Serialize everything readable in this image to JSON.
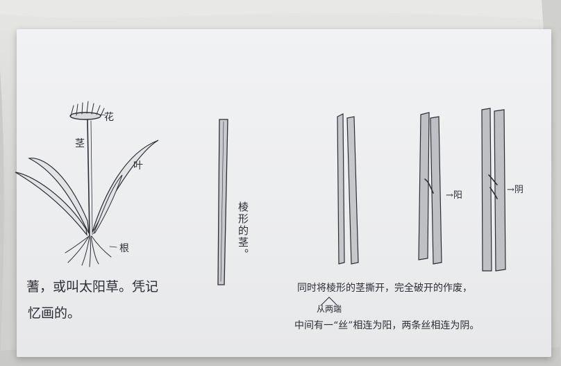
{
  "labels": {
    "flower": "花",
    "stem": "茎",
    "leaf": "叶",
    "root": "根",
    "stick_caption": "棱形的茎。",
    "yang_1": "→阳",
    "yang_2": "→阴"
  },
  "notes": {
    "left_line1": "蓍，或叫太阳草。凭记",
    "left_line2": "忆画的。",
    "right_line1": "同时将棱形的茎撕开，完全破开的作废，",
    "right_insert": "从两端",
    "right_line2": "中间有一“丝”相连为阳，两条丝相连为阴。"
  },
  "colors": {
    "paper": "#eeeff1",
    "ink": "#2b2d33",
    "cloth": "#d9d9d7"
  }
}
